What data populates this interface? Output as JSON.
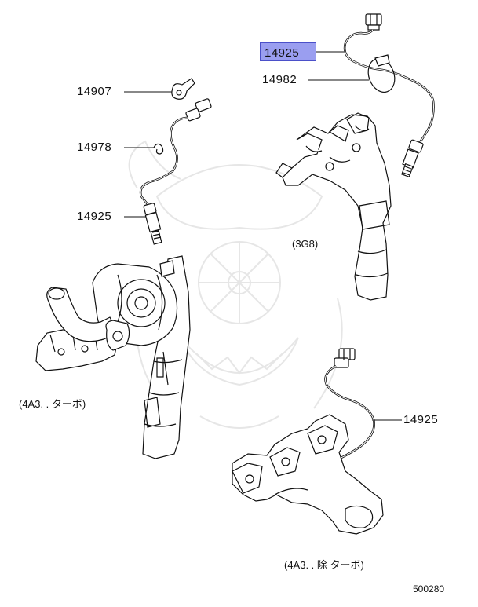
{
  "callouts": {
    "sensor_top": "14925",
    "clip_14982": "14982",
    "bracket_14907": "14907",
    "clip_14978": "14978",
    "sensor_left": "14925",
    "sensor_bottom": "14925"
  },
  "captions": {
    "engine_3g8": "(3G8)",
    "engine_4a3_turbo": "(4A3. . ターボ)",
    "engine_4a3_non_turbo": "(4A3. . 除 ターボ)"
  },
  "diagram_id": "500280",
  "colors": {
    "highlight_fill": "#9a9ef0",
    "highlight_border": "#4b50c9",
    "line": "#111111",
    "watermark": "#e6e6e6"
  }
}
